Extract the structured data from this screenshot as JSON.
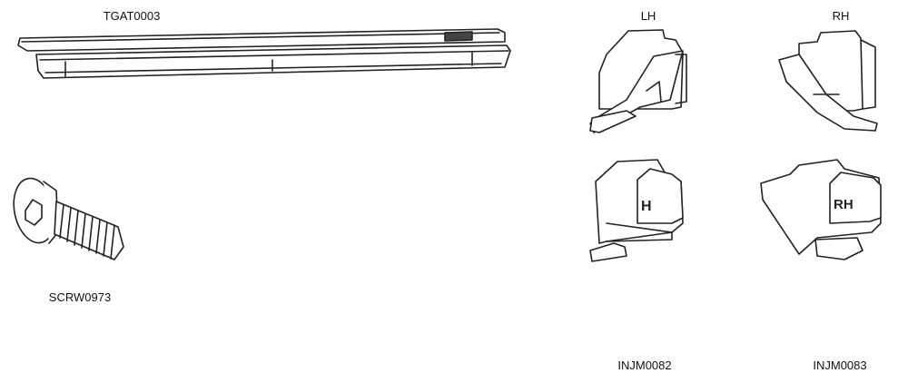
{
  "parts": {
    "rail": {
      "part_number": "TGAT0003"
    },
    "screw": {
      "part_number": "SCRW0973"
    },
    "clip_left": {
      "side_label": "LH",
      "part_number": "INJM0082",
      "embossed_text": "H"
    },
    "clip_right": {
      "side_label": "RH",
      "part_number": "INJM0083",
      "embossed_text": "RH"
    }
  }
}
